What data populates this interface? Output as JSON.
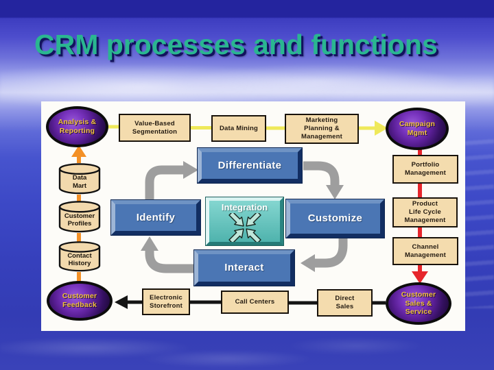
{
  "title": "CRM processes and functions",
  "nodes": {
    "analysis_reporting": {
      "label": "Analysis &\nReporting",
      "shape": "ellipse"
    },
    "value_based_segmentation": {
      "label": "Value-Based\nSegmentation",
      "shape": "box"
    },
    "data_mining": {
      "label": "Data Mining",
      "shape": "box"
    },
    "marketing_planning": {
      "label": "Marketing\nPlanning &\nManagement",
      "shape": "box"
    },
    "campaign_mgmt": {
      "label": "Campaign\nMgmt",
      "shape": "ellipse"
    },
    "portfolio_management": {
      "label": "Portfolio\nManagement",
      "shape": "box"
    },
    "product_life_cycle": {
      "label": "Product\nLife Cycle\nManagement",
      "shape": "box"
    },
    "channel_management": {
      "label": "Channel\nManagement",
      "shape": "box"
    },
    "customer_sales_service": {
      "label": "Customer\nSales &\nService",
      "shape": "ellipse"
    },
    "direct_sales": {
      "label": "Direct\nSales",
      "shape": "box"
    },
    "call_centers": {
      "label": "Call Centers",
      "shape": "box"
    },
    "electronic_storefront": {
      "label": "Electronic\nStorefront",
      "shape": "box"
    },
    "customer_feedback": {
      "label": "Customer\nFeedback",
      "shape": "ellipse"
    },
    "contact_history": {
      "label": "Contact\nHistory",
      "shape": "cylinder"
    },
    "customer_profiles": {
      "label": "Customer\nProfiles",
      "shape": "cylinder"
    },
    "data_mart": {
      "label": "Data\nMart",
      "shape": "cylinder"
    },
    "identify": {
      "label": "Identify",
      "shape": "stage"
    },
    "differentiate": {
      "label": "Differentiate",
      "shape": "stage"
    },
    "customize": {
      "label": "Customize",
      "shape": "stage"
    },
    "interact": {
      "label": "Interact",
      "shape": "stage"
    },
    "integration": {
      "label": "Integration",
      "shape": "stage-icon"
    }
  },
  "edges": [
    {
      "from": "Analysis & Reporting",
      "to": "Value-Based Segmentation",
      "color": "yellow",
      "arrow": false
    },
    {
      "from": "Value-Based Segmentation",
      "to": "Data Mining",
      "color": "yellow",
      "arrow": false
    },
    {
      "from": "Data Mining",
      "to": "Marketing Planning & Management",
      "color": "yellow",
      "arrow": false
    },
    {
      "from": "Marketing Planning & Management",
      "to": "Campaign Mgmt",
      "color": "yellow",
      "arrow": true
    },
    {
      "from": "Campaign Mgmt",
      "to": "Portfolio Management",
      "color": "red",
      "arrow": false
    },
    {
      "from": "Portfolio Management",
      "to": "Product Life Cycle Management",
      "color": "red",
      "arrow": false
    },
    {
      "from": "Product Life Cycle Management",
      "to": "Channel Management",
      "color": "red",
      "arrow": false
    },
    {
      "from": "Channel Management",
      "to": "Customer Sales & Service",
      "color": "red",
      "arrow": true
    },
    {
      "from": "Customer Sales & Service",
      "to": "Direct Sales",
      "color": "black",
      "arrow": false
    },
    {
      "from": "Direct Sales",
      "to": "Call Centers",
      "color": "black",
      "arrow": false
    },
    {
      "from": "Call Centers",
      "to": "Electronic Storefront",
      "color": "black",
      "arrow": false
    },
    {
      "from": "Electronic Storefront",
      "to": "Customer Feedback",
      "color": "black",
      "arrow": true
    },
    {
      "from": "Customer Feedback",
      "to": "Contact History",
      "color": "orange",
      "arrow": false
    },
    {
      "from": "Contact History",
      "to": "Customer Profiles",
      "color": "orange",
      "arrow": false
    },
    {
      "from": "Customer Profiles",
      "to": "Data Mart",
      "color": "orange",
      "arrow": false
    },
    {
      "from": "Data Mart",
      "to": "Analysis & Reporting",
      "color": "orange",
      "arrow": true
    },
    {
      "from": "Identify",
      "to": "Differentiate",
      "color": "gray",
      "arrow": true
    },
    {
      "from": "Differentiate",
      "to": "Customize",
      "color": "gray",
      "arrow": true
    },
    {
      "from": "Customize",
      "to": "Interact",
      "color": "gray",
      "arrow": true
    },
    {
      "from": "Interact",
      "to": "Identify",
      "color": "gray",
      "arrow": true
    }
  ],
  "colors": {
    "title_text": "#2ab690",
    "title_shadow": "#12125e",
    "slide_top_bar": "#24249e",
    "panel_bg": "#fdfcf8",
    "process_box_fill": "#f4dcae",
    "process_box_border": "#18120a",
    "stage_box_fill": "#4b76b4",
    "stage_box_text": "#ffffff",
    "ellipse_center": "#8a4fc8",
    "ellipse_edge": "#1d0838",
    "ellipse_text": "#f2c23e",
    "integration_fill": "#63c2bd",
    "cylinder_fill": "#f2d9ad",
    "connector_yellow": "#efe95a",
    "connector_red": "#e6262c",
    "connector_orange": "#f39026",
    "connector_black": "#141414",
    "connector_gray": "#9e9e9e"
  }
}
